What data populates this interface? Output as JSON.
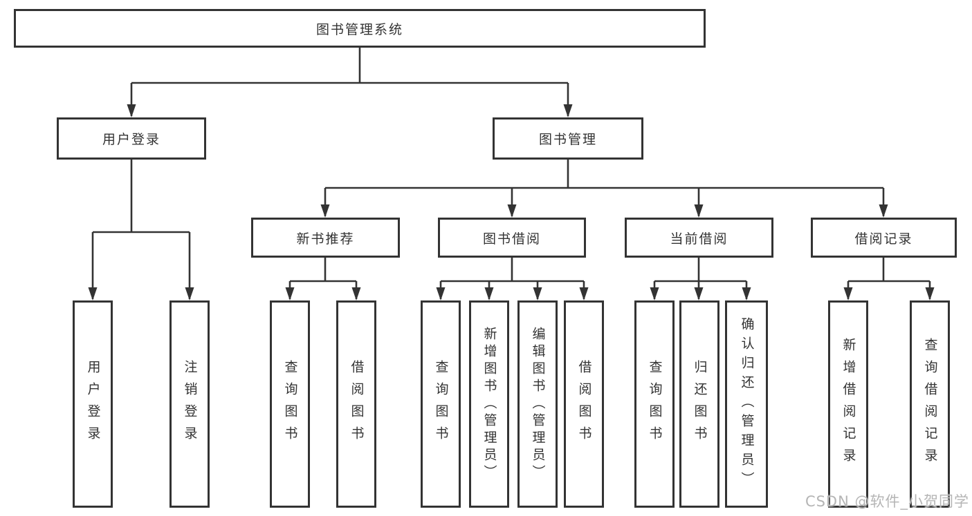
{
  "root": {
    "label": "图书管理系统"
  },
  "level2": [
    {
      "id": "user-login",
      "label": "用户登录"
    },
    {
      "id": "book-management",
      "label": "图书管理"
    }
  ],
  "level3": [
    {
      "id": "new-book-recommend",
      "label": "新书推荐",
      "parent": "book-management"
    },
    {
      "id": "book-borrowing",
      "label": "图书借阅",
      "parent": "book-management"
    },
    {
      "id": "current-borrowing",
      "label": "当前借阅",
      "parent": "book-management"
    },
    {
      "id": "borrowing-records",
      "label": "借阅记录",
      "parent": "book-management"
    }
  ],
  "leaves": [
    {
      "label": "用户登录",
      "parent": "user-login"
    },
    {
      "label": "注销登录",
      "parent": "user-login"
    },
    {
      "label": "查询图书",
      "parent": "new-book-recommend"
    },
    {
      "label": "借阅图书",
      "parent": "new-book-recommend"
    },
    {
      "label": "查询图书",
      "parent": "book-borrowing"
    },
    {
      "label": "新增图书（管理员）",
      "parent": "book-borrowing"
    },
    {
      "label": "编辑图书（管理员）",
      "parent": "book-borrowing"
    },
    {
      "label": "借阅图书",
      "parent": "book-borrowing"
    },
    {
      "label": "查询图书",
      "parent": "current-borrowing"
    },
    {
      "label": "归还图书",
      "parent": "current-borrowing"
    },
    {
      "label": "确认归还（管理员）",
      "parent": "current-borrowing"
    },
    {
      "label": "新增借阅记录",
      "parent": "borrowing-records"
    },
    {
      "label": "查询借阅记录",
      "parent": "borrowing-records"
    }
  ],
  "watermark": {
    "text": "CSDN @软件_小贺同学"
  },
  "colors": {
    "line": "#333333",
    "box_border": "#333333",
    "box_bg": "#ffffff",
    "text": "#333333",
    "watermark": "#b5b5b5",
    "background": "#ffffff"
  }
}
